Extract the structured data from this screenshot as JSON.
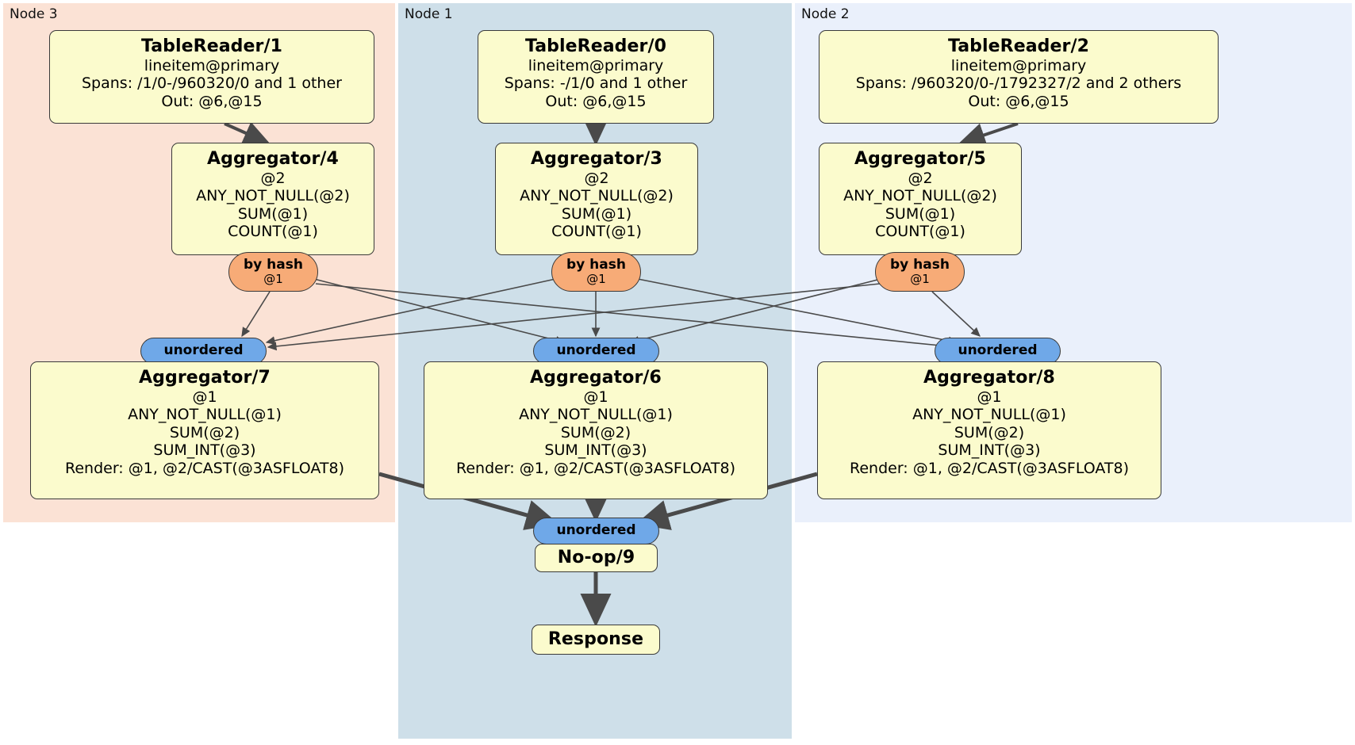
{
  "diagram": {
    "type": "distributed-query-plan",
    "colors": {
      "node3_bg": "#fbe2d5",
      "node1_bg": "#cedfe9",
      "node2_bg": "#eaf0fb",
      "processor_box": "#fbfbcd",
      "hash_router": "#f7ab77",
      "unordered_synchronizer": "#6fa8e8",
      "edge": "#4a4a4a"
    }
  },
  "regions": [
    {
      "id": "node3",
      "label": "Node 3"
    },
    {
      "id": "node1",
      "label": "Node 1"
    },
    {
      "id": "node2",
      "label": "Node 2"
    }
  ],
  "processors": {
    "tablereader1": {
      "title": "TableReader/1",
      "lines": [
        "lineitem@primary",
        "Spans: /1/0-/960320/0 and 1 other",
        "Out: @6,@15"
      ]
    },
    "tablereader0": {
      "title": "TableReader/0",
      "lines": [
        "lineitem@primary",
        "Spans: -/1/0 and 1 other",
        "Out: @6,@15"
      ]
    },
    "tablereader2": {
      "title": "TableReader/2",
      "lines": [
        "lineitem@primary",
        "Spans: /960320/0-/1792327/2 and 2 others",
        "Out: @6,@15"
      ]
    },
    "aggregator4": {
      "title": "Aggregator/4",
      "lines": [
        "@2",
        "ANY_NOT_NULL(@2)",
        "SUM(@1)",
        "COUNT(@1)"
      ]
    },
    "aggregator3": {
      "title": "Aggregator/3",
      "lines": [
        "@2",
        "ANY_NOT_NULL(@2)",
        "SUM(@1)",
        "COUNT(@1)"
      ]
    },
    "aggregator5": {
      "title": "Aggregator/5",
      "lines": [
        "@2",
        "ANY_NOT_NULL(@2)",
        "SUM(@1)",
        "COUNT(@1)"
      ]
    },
    "aggregator7": {
      "title": "Aggregator/7",
      "lines": [
        "@1",
        "ANY_NOT_NULL(@1)",
        "SUM(@2)",
        "SUM_INT(@3)",
        "Render: @1, @2/CAST(@3ASFLOAT8)"
      ]
    },
    "aggregator6": {
      "title": "Aggregator/6",
      "lines": [
        "@1",
        "ANY_NOT_NULL(@1)",
        "SUM(@2)",
        "SUM_INT(@3)",
        "Render: @1, @2/CAST(@3ASFLOAT8)"
      ]
    },
    "aggregator8": {
      "title": "Aggregator/8",
      "lines": [
        "@1",
        "ANY_NOT_NULL(@1)",
        "SUM(@2)",
        "SUM_INT(@3)",
        "Render: @1, @2/CAST(@3ASFLOAT8)"
      ]
    },
    "noop9": {
      "title": "No-op/9",
      "lines": []
    },
    "response": {
      "title": "Response",
      "lines": []
    }
  },
  "routers": {
    "hash_left": {
      "label": "by hash",
      "sub": "@1"
    },
    "hash_center": {
      "label": "by hash",
      "sub": "@1"
    },
    "hash_right": {
      "label": "by hash",
      "sub": "@1"
    },
    "sync_left": {
      "label": "unordered"
    },
    "sync_center": {
      "label": "unordered"
    },
    "sync_right": {
      "label": "unordered"
    },
    "sync_final": {
      "label": "unordered"
    }
  }
}
